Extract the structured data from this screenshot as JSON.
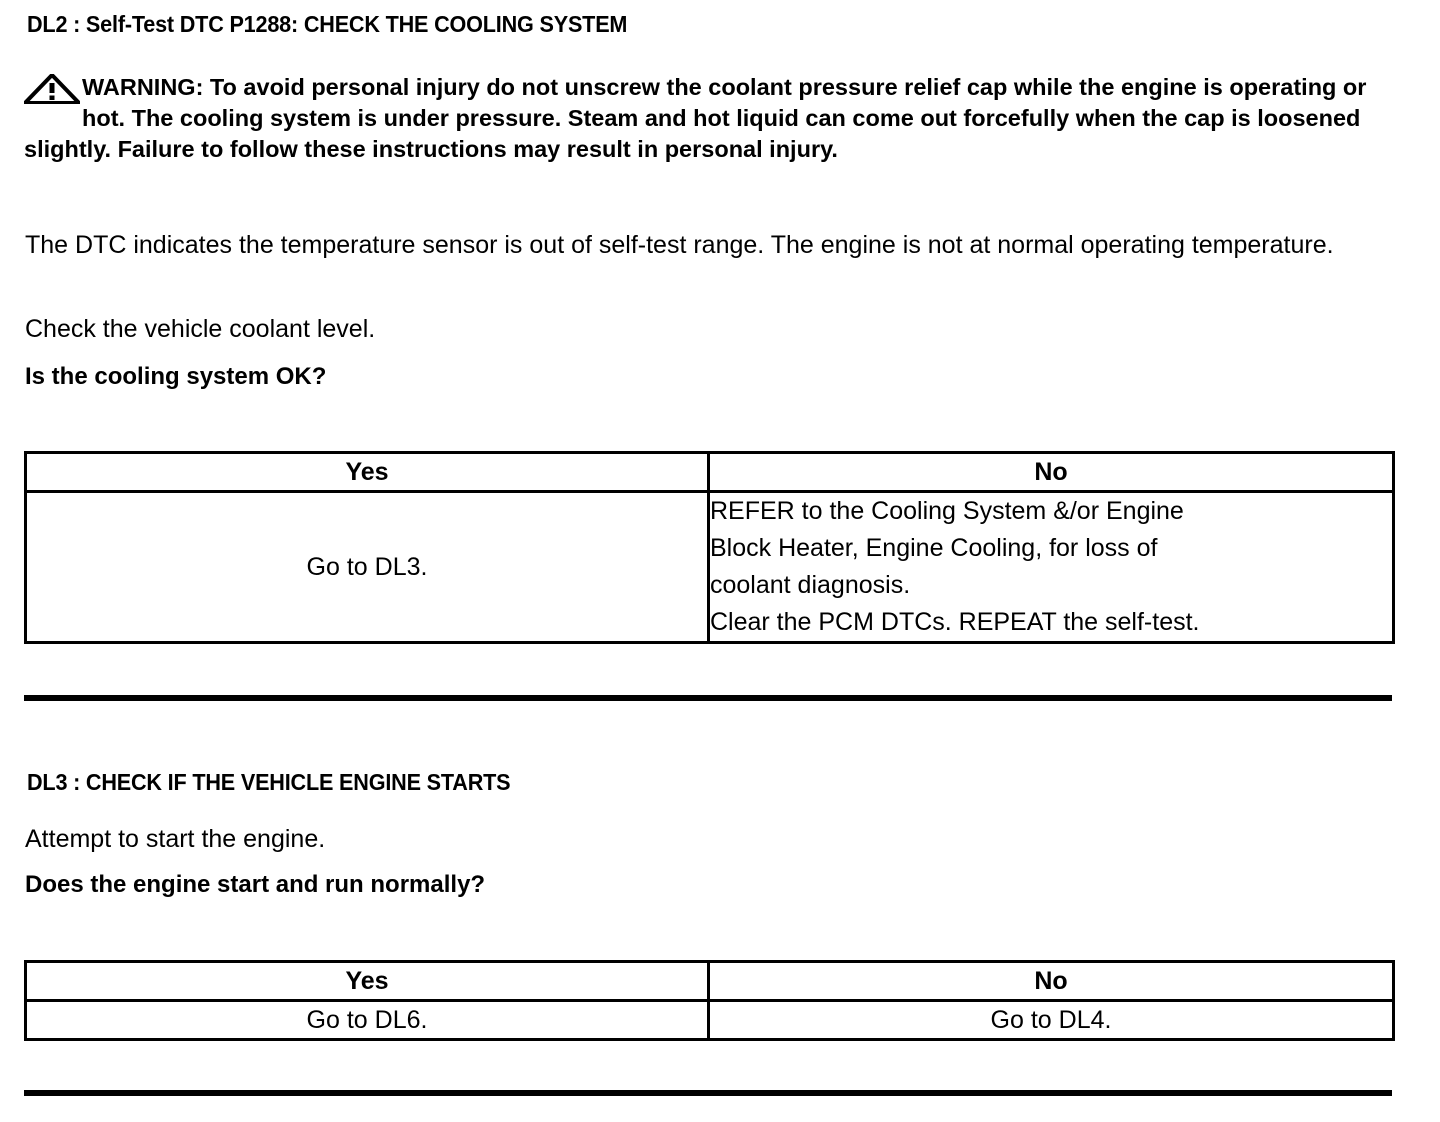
{
  "document": {
    "type": "diagnostic-pinpoint-test",
    "sections": [
      {
        "id": "DL2",
        "heading": "DL2 : Self-Test DTC P1288: CHECK THE COOLING SYSTEM",
        "warning": {
          "icon": "warning-triangle-icon",
          "label": "WARNING:",
          "text": "WARNING: To avoid personal injury do not unscrew the coolant pressure relief cap while the engine is operating or hot. The cooling system is under pressure. Steam and hot liquid can come out forcefully when the cap is loosened slightly. Failure to follow these instructions may result in personal injury."
        },
        "paragraphs": [
          "The DTC indicates the temperature sensor is out of self-test range. The engine is not at normal operating temperature.",
          "Check the vehicle coolant level."
        ],
        "question": "Is the cooling system OK?",
        "table": {
          "headers": [
            "Yes",
            "No"
          ],
          "yes_action": "Go to DL3.",
          "no_action_lines": [
            "REFER to the Cooling System &/or Engine",
            "Block Heater, Engine Cooling, for loss of",
            "coolant diagnosis.",
            "Clear the PCM DTCs. REPEAT the self-test."
          ]
        }
      },
      {
        "id": "DL3",
        "heading": "DL3 : CHECK IF THE VEHICLE ENGINE STARTS",
        "paragraphs": [
          "Attempt to start the engine."
        ],
        "question": "Does the engine start and run normally?",
        "table": {
          "headers": [
            "Yes",
            "No"
          ],
          "yes_action": "Go to DL6.",
          "no_action": "Go to DL4."
        }
      }
    ],
    "colors": {
      "text": "#000000",
      "background": "#ffffff",
      "rule": "#000000"
    }
  }
}
